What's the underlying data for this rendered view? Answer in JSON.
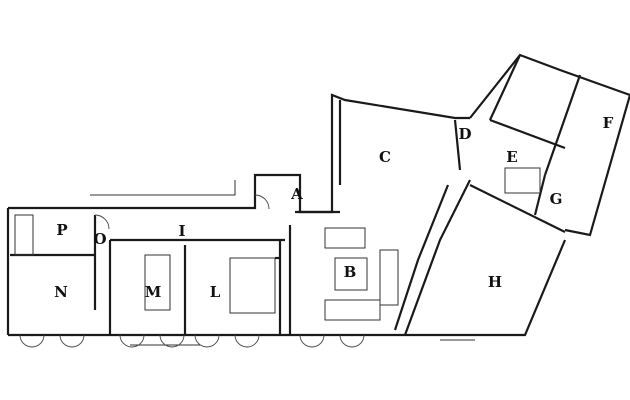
{
  "rooms": {
    "A": "A",
    "B": "B",
    "C": "C",
    "D": "D",
    "E": "E",
    "F": "F",
    "G": "G",
    "H": "H",
    "I": "I",
    "L": "L",
    "M": "M",
    "N": "N",
    "O": "O",
    "P": "P"
  }
}
